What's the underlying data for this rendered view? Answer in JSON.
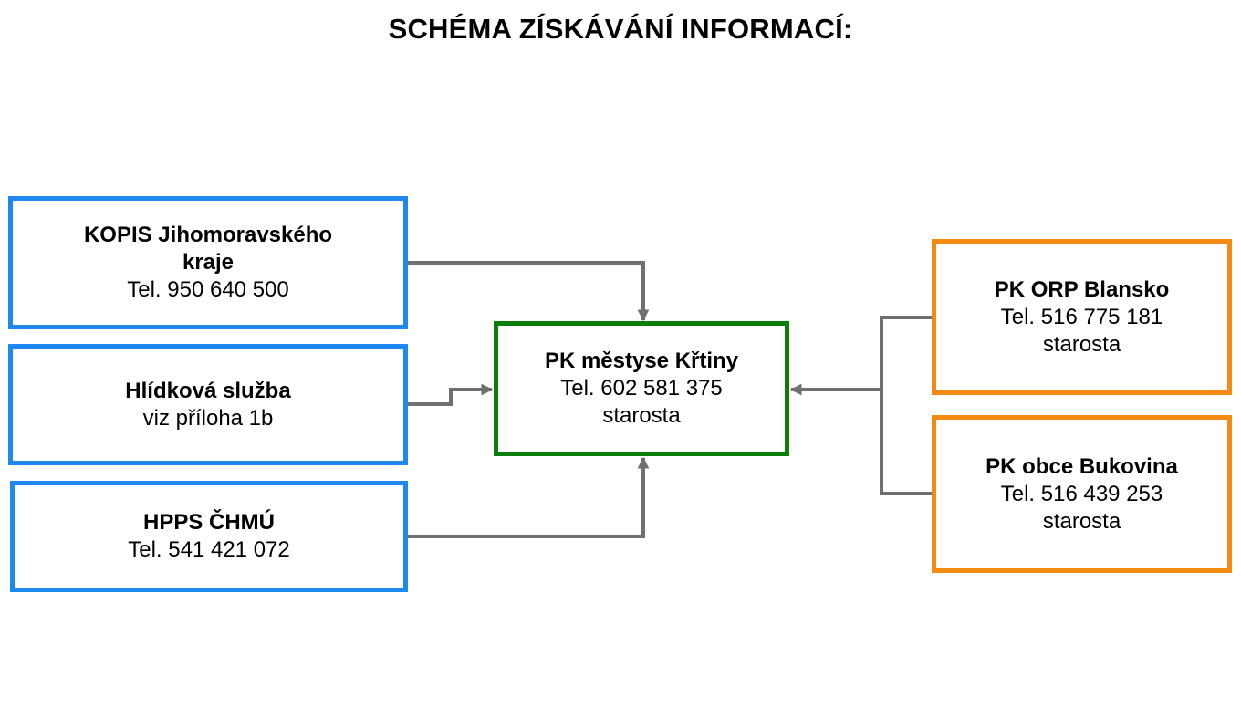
{
  "title": "SCHÉMA ZÍSKÁVÁNÍ INFORMACÍ:",
  "nodes": {
    "kopis": {
      "name": "KOPIS Jihomoravského kraje",
      "line1": "Tel. 950 640 500",
      "border_color": "#1e88f0"
    },
    "hlidkova": {
      "name": "Hlídková služba",
      "line1": "viz příloha 1b",
      "border_color": "#1e88f0"
    },
    "hpps": {
      "name": "HPPS ČHMÚ",
      "line1": "Tel. 541 421 072",
      "border_color": "#1e88f0"
    },
    "krtiny": {
      "name": "PK městyse Křtiny",
      "line1": "Tel. 602 581 375",
      "line2": "starosta",
      "border_color": "#0a7d0a"
    },
    "blansko": {
      "name": "PK ORP Blansko",
      "line1": "Tel. 516 775 181",
      "line2": "starosta",
      "border_color": "#f58a12"
    },
    "bukovina": {
      "name": "PK obce Bukovina",
      "line1": "Tel. 516 439 253",
      "line2": "starosta",
      "border_color": "#f58a12"
    }
  },
  "edges": [
    {
      "from": "kopis",
      "to": "krtiny"
    },
    {
      "from": "hlidkova",
      "to": "krtiny"
    },
    {
      "from": "hpps",
      "to": "krtiny"
    },
    {
      "from": "blansko",
      "to": "krtiny"
    },
    {
      "from": "bukovina",
      "to": "krtiny"
    }
  ],
  "connector_color": "#707070"
}
